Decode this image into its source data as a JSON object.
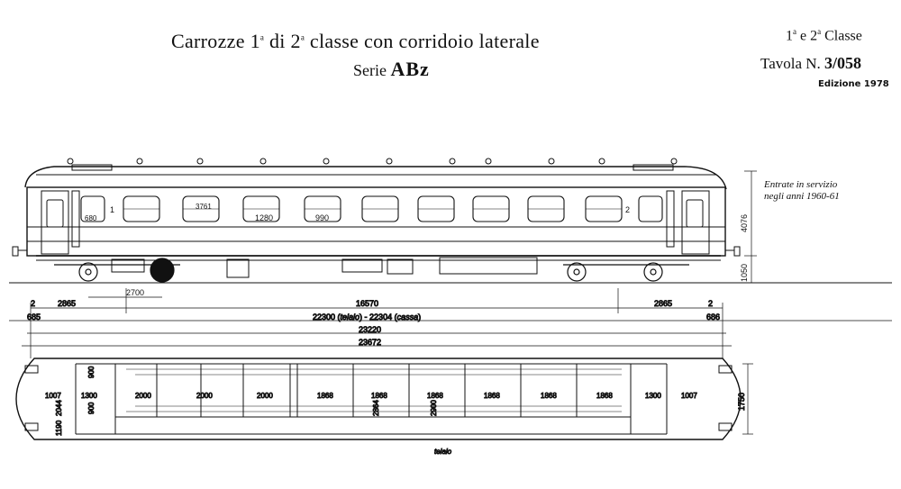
{
  "header": {
    "title_a": "Carrozze 1",
    "title_sup1": "a",
    "title_b": " di 2",
    "title_sup2": "a",
    "title_c": " classe con corridoio laterale",
    "serie_label": "Serie ",
    "serie_code": "ABz",
    "class_a": "1",
    "class_sup1": "a",
    "class_b": " e 2",
    "class_sup2": "a",
    "class_c": " Classe",
    "tavola_label": "Tavola N. ",
    "tavola_number": "3/058",
    "edition": "Edizione 1978"
  },
  "note": {
    "line1": "Entrate in servizio",
    "line2": "negli anni 1960-61"
  },
  "side_view": {
    "window_marks": [
      "680",
      "1",
      "3761",
      "1280",
      "990",
      "2"
    ],
    "height_dim": "4076",
    "floor_dim": "1050",
    "bogie_pitch": "2700"
  },
  "length_dims": {
    "d2865_left": "2865",
    "d16570": "16570",
    "d2865_right": "2865",
    "edge_2_left": "2",
    "edge_2_right": "2",
    "d685": "685",
    "d22300": "22300",
    "telaio1": "telaio",
    "d22304": "22304",
    "cassa": "cassa",
    "d686": "686",
    "d23220": "23220",
    "d23672": "23672"
  },
  "plan_view": {
    "compartments": [
      "1007",
      "1300",
      "2000",
      "2000",
      "2000",
      "1868",
      "1868",
      "1868",
      "1868",
      "1868",
      "1868",
      "1300",
      "1007"
    ],
    "small_marks": [
      "900",
      "900",
      "2044",
      "1190",
      "2864",
      "2900"
    ],
    "width_dim": "1750",
    "telaio_label": "telaio"
  }
}
